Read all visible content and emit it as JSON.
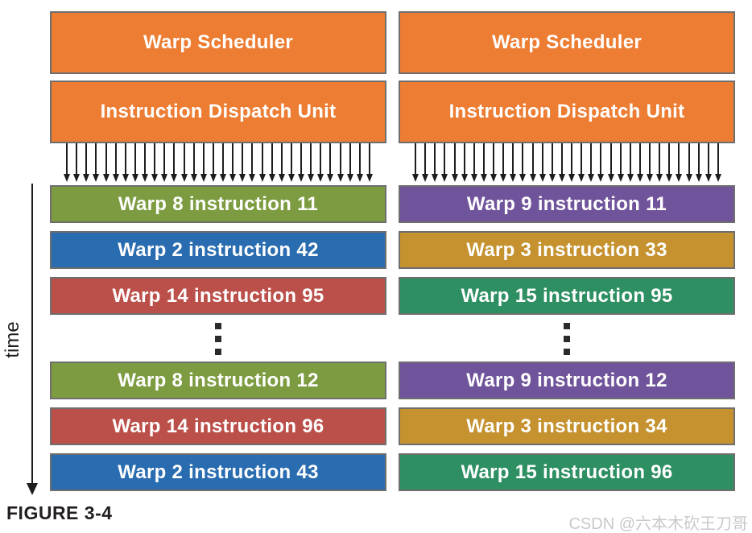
{
  "figure": {
    "caption": "FIGURE 3-4",
    "watermark": "CSDN @六本木砍王刀哥",
    "time_axis_label": "time"
  },
  "colors": {
    "scheduler_orange": "#ec7d33",
    "box_border_gray": "#6e6e6e",
    "warp8_green": "#7d9c41",
    "warp2_blue": "#2a6cb0",
    "warp14_red": "#bb4f49",
    "warp9_purple": "#70549b",
    "warp3_gold": "#c5922f",
    "warp15_teal": "#2e8f63",
    "arrow_black": "#1d1d1d"
  },
  "arrows_per_dispatch": 32,
  "columns": [
    {
      "scheduler_label": "Warp Scheduler",
      "dispatch_label": "Instruction Dispatch Unit",
      "rows_top": [
        {
          "label": "Warp 8 instruction 11",
          "color": "#7d9c41"
        },
        {
          "label": "Warp 2 instruction 42",
          "color": "#2a6cb0"
        },
        {
          "label": "Warp 14 instruction 95",
          "color": "#bb4f49"
        }
      ],
      "rows_bottom": [
        {
          "label": "Warp 8 instruction 12",
          "color": "#7d9c41"
        },
        {
          "label": "Warp 14 instruction 96",
          "color": "#bb4f49"
        },
        {
          "label": "Warp 2 instruction 43",
          "color": "#2a6cb0"
        }
      ]
    },
    {
      "scheduler_label": "Warp Scheduler",
      "dispatch_label": "Instruction Dispatch Unit",
      "rows_top": [
        {
          "label": "Warp 9 instruction 11",
          "color": "#70549b"
        },
        {
          "label": "Warp 3 instruction 33",
          "color": "#c5922f"
        },
        {
          "label": "Warp 15 instruction 95",
          "color": "#2e8f63"
        }
      ],
      "rows_bottom": [
        {
          "label": "Warp 9 instruction 12",
          "color": "#70549b"
        },
        {
          "label": "Warp 3 instruction 34",
          "color": "#c5922f"
        },
        {
          "label": "Warp 15 instruction 96",
          "color": "#2e8f63"
        }
      ]
    }
  ]
}
